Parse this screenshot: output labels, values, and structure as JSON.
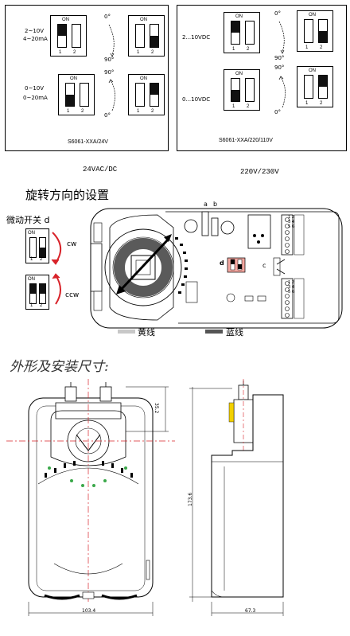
{
  "top_panels": {
    "left": {
      "range1_line1": "2~10V",
      "range1_line2": "4~20mA",
      "range2_line1": "0~10V",
      "range2_line2": "0~20mA",
      "model": "S6061-XXA/24V",
      "caption": "24VAC/DC"
    },
    "right": {
      "range1": "2...10VDC",
      "range2": "0...10VDC",
      "model": "S6061-XXA/220/110V",
      "caption": "220V/230V"
    },
    "switch_on": "ON",
    "switch_num1": "1",
    "switch_num2": "2",
    "angle_0": "0°",
    "angle_90": "90°"
  },
  "rotation": {
    "title": "旋转方向的设置",
    "micro_switch": "微动开关 d",
    "cw": "cw",
    "ccw": "ccw",
    "label_a": "a",
    "label_b": "b",
    "label_c": "c",
    "label_d": "d",
    "legend_yellow": "黄线",
    "legend_blue": "蓝线",
    "terminals_top": "1 2 3 4 5 6",
    "terminals_bottom": "1 2 3 4 5 6"
  },
  "dimensions": {
    "title": "外形及安装尺寸:",
    "dim_top": "35.2",
    "dim_height": "173.6",
    "dim_width": "103.4",
    "dim_depth": "67.3"
  }
}
